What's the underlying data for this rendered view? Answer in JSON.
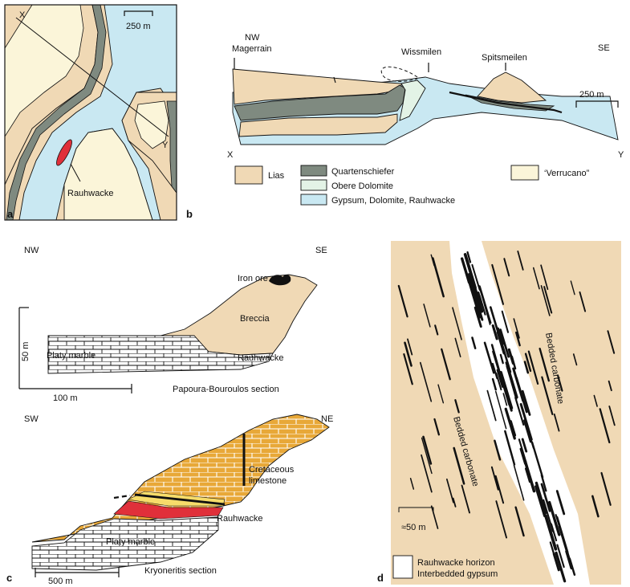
{
  "panel_a": {
    "letter": "a",
    "scale": "250 m",
    "x": "X",
    "y": "Y",
    "rauhwacke": "Rauhwacke"
  },
  "panel_b": {
    "letter": "b",
    "nw": "NW",
    "magerrain": "Magerrain",
    "wissmilen": "Wissmilen",
    "spitsmeilen": "Spitsmeilen",
    "se": "SE",
    "scale": "250 m",
    "x": "X",
    "y": "Y",
    "legend": {
      "lias": "Lias",
      "quartenschiefer": "Quartenschiefer",
      "obere_dolomite": "Obere Dolomite",
      "gypsum": "Gypsum, Dolomite, Rauhwacke",
      "verrucano": "‘Verrucano”"
    }
  },
  "panel_c_top": {
    "nw": "NW",
    "se": "SE",
    "iron_ore": "Iron ore",
    "breccia": "Breccia",
    "platy_marble": "Platy marble",
    "rauhwacke": "Rauhwacke",
    "vscale": "50 m",
    "hscale": "100 m",
    "section": "Papoura-Bouroulos section"
  },
  "panel_c_bottom": {
    "letter": "c",
    "sw": "SW",
    "ne": "NE",
    "cretaceous": "Cretaceous",
    "limestone": "limestone",
    "rauhwacke": "Rauhwacke",
    "platy_marble": "Platy marble",
    "hscale": "500 m",
    "section": "Kryoneritis section"
  },
  "panel_d": {
    "letter": "d",
    "bedded_left": "Bedded carbonate",
    "bedded_right": "Bedded carbonate",
    "scale": "≈50 m",
    "legend1": "Rauhwacke horizon",
    "legend2": "Interbedded gypsum"
  },
  "colors": {
    "lias": "#f0d9b5",
    "quarten": "#7f8a80",
    "obere": "#e3f3e6",
    "gypsum": "#c9e8f2",
    "verrucano": "#fbf5d9",
    "red": "#e0303a",
    "orange": "#e8a838",
    "yellow": "#f6dc6a"
  }
}
